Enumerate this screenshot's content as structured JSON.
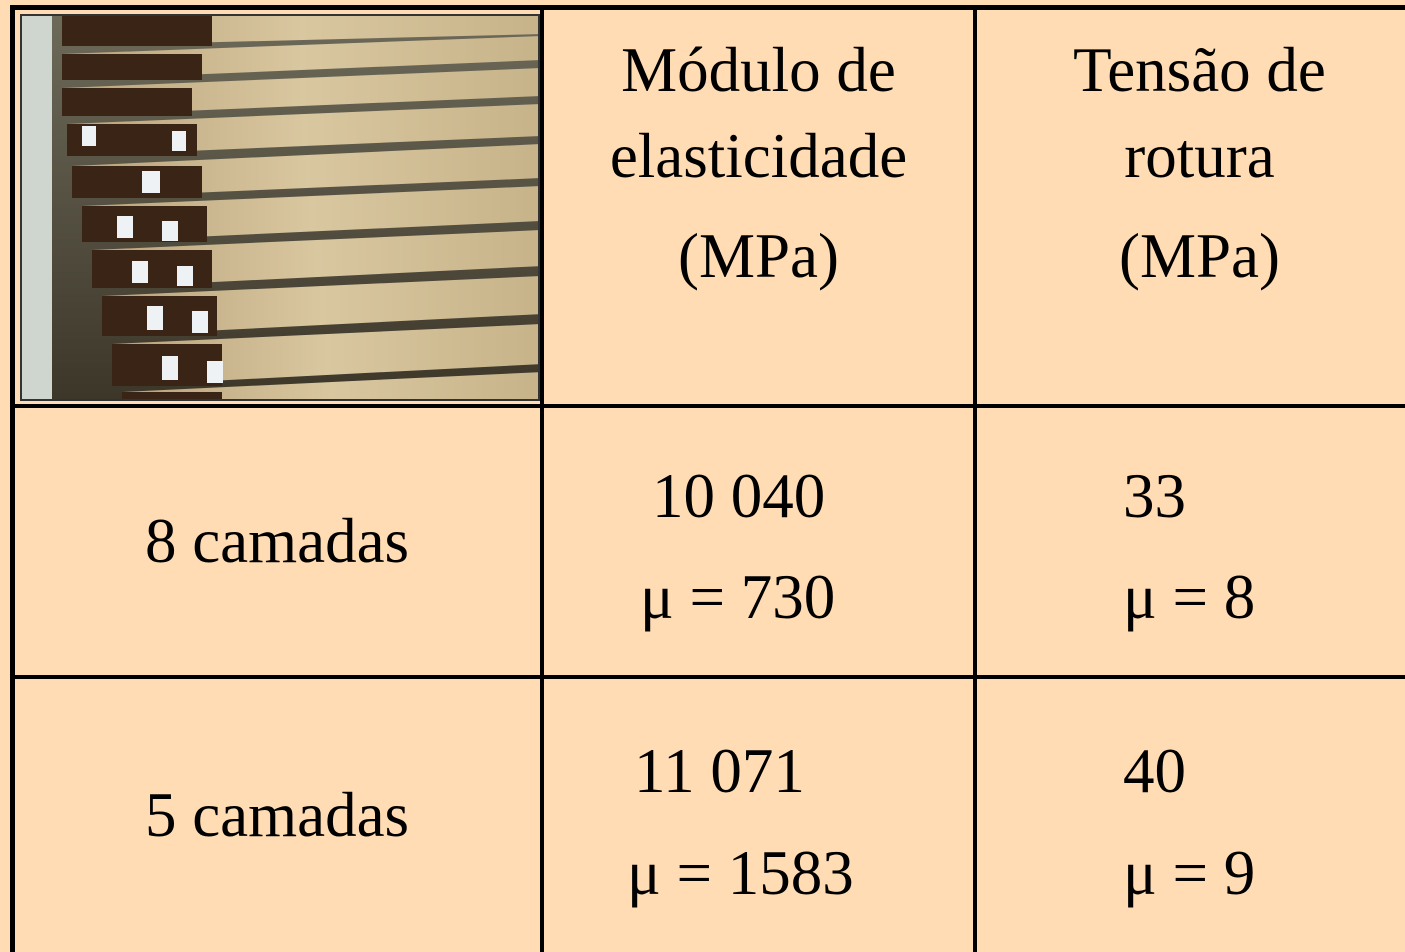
{
  "header": {
    "col2": [
      "Módulo de",
      "elasticidade",
      "(MPa)"
    ],
    "col3": [
      "Tensão de",
      "rotura",
      "(MPa)"
    ]
  },
  "photo": {
    "subject": "stacked-timber-beams"
  },
  "rows": [
    {
      "label": "8 camadas",
      "modulus": {
        "value": "10 040",
        "sd": "μ = 730"
      },
      "strength": {
        "value": "33",
        "sd": "μ = 8"
      }
    },
    {
      "label": "5 camadas",
      "modulus": {
        "value": "11 071",
        "sd": "μ = 1583"
      },
      "strength": {
        "value": "40",
        "sd": "μ = 9"
      }
    }
  ],
  "colors": {
    "background": "#ffdcb3",
    "grid": "#000000"
  }
}
